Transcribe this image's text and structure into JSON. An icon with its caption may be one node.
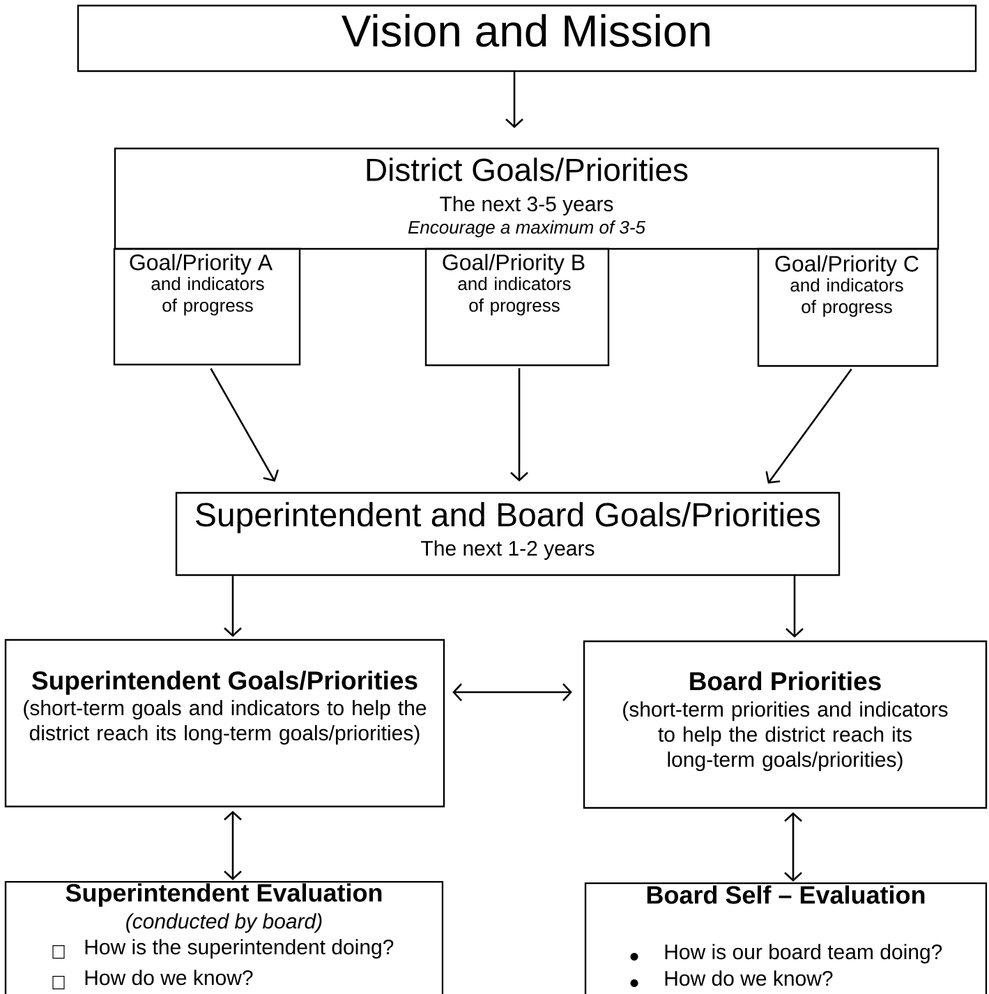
{
  "diagram": {
    "nodes": [
      {
        "text": [
          "Vision and Mission"
        ]
      },
      {
        "text": [
          "District Goals/Priorities",
          "The next 3-5 years",
          "Encourage a maximum of 3-5"
        ]
      },
      {
        "text": [
          "Goal/Priority A",
          "and indicators of progress"
        ]
      },
      {
        "text": [
          "Goal/Priority B",
          "and indicators of progress"
        ]
      },
      {
        "text": [
          "Goal/Priority C",
          "and indicators of progress"
        ]
      },
      {
        "text": [
          "Superintendent and Board Goals/Priorities",
          "The next 1-2 years"
        ]
      },
      {
        "text": [
          "Superintendent Goals/Priorities",
          "(short-term goals and indicators to help the district reach its long-term goals/priorities)"
        ]
      },
      {
        "text": [
          "Board Priorities",
          "(short-term priorities and indicators to help the district reach its long-term goals/priorities)"
        ]
      },
      {
        "text": [
          "Superintendent Evaluation",
          "(conducted by board)",
          "How is the superintendent doing?",
          "How do we know?"
        ]
      },
      {
        "text": [
          "Board Self – Evaluation",
          "How is our board team doing?",
          "How do we know?"
        ]
      }
    ],
    "edges": [
      {
        "from": 0,
        "to": 1,
        "arrow": "to"
      },
      {
        "from": 2,
        "to": 5,
        "arrow": "to"
      },
      {
        "from": 3,
        "to": 5,
        "arrow": "to"
      },
      {
        "from": 4,
        "to": 5,
        "arrow": "to"
      },
      {
        "from": 5,
        "to": 6,
        "arrow": "to"
      },
      {
        "from": 5,
        "to": 7,
        "arrow": "to"
      },
      {
        "from": 6,
        "to": 7,
        "arrow": "both"
      },
      {
        "from": 6,
        "to": 8,
        "arrow": "both"
      },
      {
        "from": 7,
        "to": 9,
        "arrow": "both"
      }
    ]
  }
}
